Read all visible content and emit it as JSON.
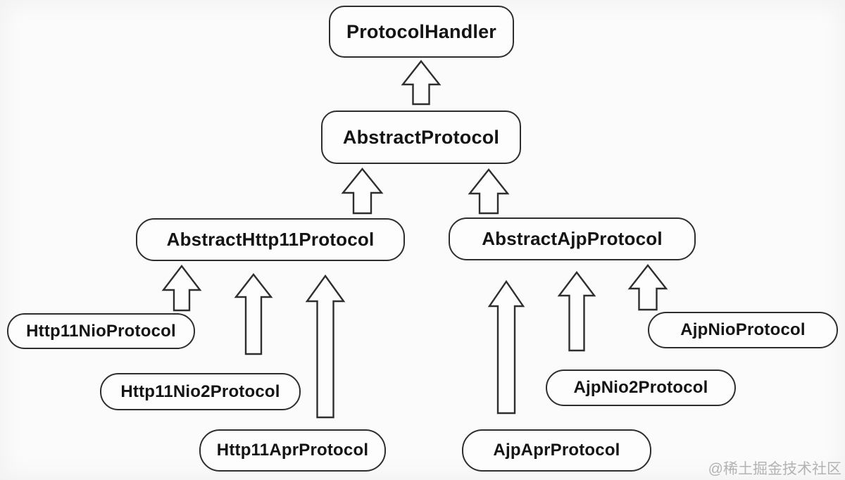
{
  "diagram": {
    "type": "class-hierarchy",
    "nodes": {
      "protocolHandler": {
        "label": "ProtocolHandler"
      },
      "abstractProtocol": {
        "label": "AbstractProtocol"
      },
      "abstractHttp11Protocol": {
        "label": "AbstractHttp11Protocol"
      },
      "abstractAjpProtocol": {
        "label": "AbstractAjpProtocol"
      },
      "http11NioProtocol": {
        "label": "Http11NioProtocol"
      },
      "http11Nio2Protocol": {
        "label": "Http11Nio2Protocol"
      },
      "http11AprProtocol": {
        "label": "Http11AprProtocol"
      },
      "ajpNioProtocol": {
        "label": "AjpNioProtocol"
      },
      "ajpNio2Protocol": {
        "label": "AjpNio2Protocol"
      },
      "ajpAprProtocol": {
        "label": "AjpAprProtocol"
      }
    },
    "edges": [
      {
        "from": "AbstractProtocol",
        "to": "ProtocolHandler",
        "relation": "extends"
      },
      {
        "from": "AbstractHttp11Protocol",
        "to": "AbstractProtocol",
        "relation": "extends"
      },
      {
        "from": "AbstractAjpProtocol",
        "to": "AbstractProtocol",
        "relation": "extends"
      },
      {
        "from": "Http11NioProtocol",
        "to": "AbstractHttp11Protocol",
        "relation": "extends"
      },
      {
        "from": "Http11Nio2Protocol",
        "to": "AbstractHttp11Protocol",
        "relation": "extends"
      },
      {
        "from": "Http11AprProtocol",
        "to": "AbstractHttp11Protocol",
        "relation": "extends"
      },
      {
        "from": "AjpNioProtocol",
        "to": "AbstractAjpProtocol",
        "relation": "extends"
      },
      {
        "from": "AjpNio2Protocol",
        "to": "AbstractAjpProtocol",
        "relation": "extends"
      },
      {
        "from": "AjpAprProtocol",
        "to": "AbstractAjpProtocol",
        "relation": "extends"
      }
    ],
    "colors": {
      "line": "#2e2e2e",
      "text": "#141414",
      "box_fill": "#fdfdfd",
      "background": "#fbfbfb"
    }
  },
  "watermark": {
    "text": "@稀土掘金技术社区",
    "color": "#b3b3b3"
  }
}
